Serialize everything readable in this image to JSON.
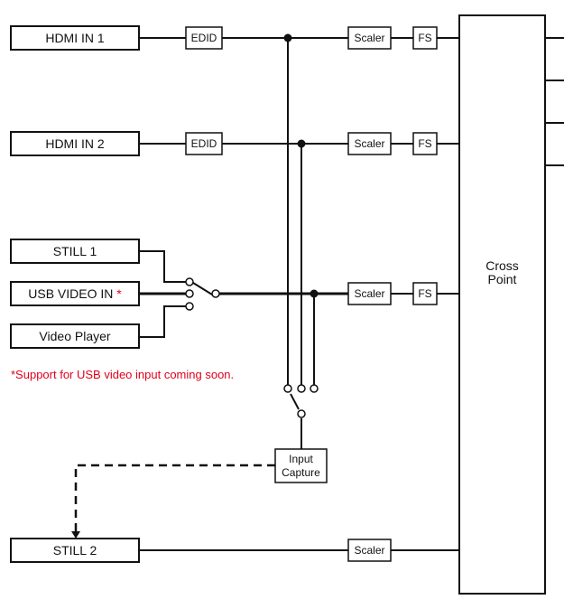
{
  "inputs": {
    "hdmi1": "HDMI IN 1",
    "hdmi2": "HDMI IN 2",
    "still1": "STILL 1",
    "usb": "USB VIDEO IN ",
    "usb_mark": "*",
    "player": "Video Player",
    "still2": "STILL 2"
  },
  "blocks": {
    "edid": "EDID",
    "scaler": "Scaler",
    "fs": "FS",
    "crosspoint_line1": "Cross",
    "crosspoint_line2": "Point",
    "capture_line1": "Input",
    "capture_line2": "Capture"
  },
  "note": "*Support for USB video input coming soon.",
  "colors": {
    "note": "#e0001b",
    "line": "#111111"
  }
}
